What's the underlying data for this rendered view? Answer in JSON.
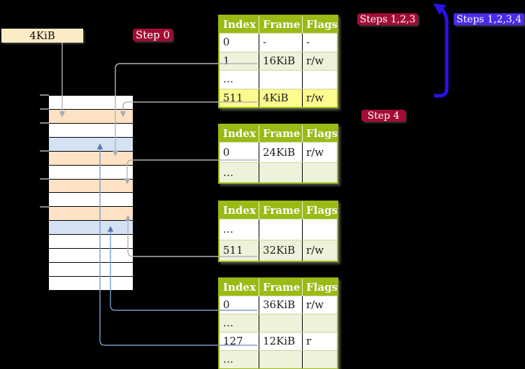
{
  "labels": {
    "page_size_box": "4KiB",
    "step0": "Step 0",
    "steps123": "Steps 1,2,3",
    "steps1234": "Steps 1,2,3,4",
    "step4": "Step 4"
  },
  "colors": {
    "badge_red": "#a30d34",
    "badge_blue": "#4a2bea",
    "arrow_blue": "#2a12e6",
    "connector_gray": "#b3b3b3",
    "connector_gray_head": "#a9abb8",
    "connector_blue": "#7b9cc9",
    "connector_blue_head": "#5878ae",
    "table_header_green": "#9aba16",
    "table_row_alt": "#edf2da",
    "highlight_yellow": "#fdfa8e",
    "label_box_cream": "#fcecc6",
    "frame_free": "#ffffff",
    "frame_page_table": "#fde2c4",
    "frame_mapped_page": "#d5e2f4"
  },
  "page_tables": [
    {
      "name": "page-table-level-4",
      "columns": [
        "Index",
        "Frame",
        "Flags"
      ],
      "rows": [
        [
          "0",
          "-",
          "-"
        ],
        [
          "1",
          "16KiB",
          "r/w"
        ],
        [
          "…",
          "",
          ""
        ],
        [
          "511",
          "4KiB",
          "r/w"
        ]
      ],
      "highlight_row": 3
    },
    {
      "name": "page-table-level-3",
      "columns": [
        "Index",
        "Frame",
        "Flags"
      ],
      "rows": [
        [
          "0",
          "24KiB",
          "r/w"
        ],
        [
          "…",
          "",
          ""
        ]
      ],
      "highlight_row": -1
    },
    {
      "name": "page-table-level-2",
      "columns": [
        "Index",
        "Frame",
        "Flags"
      ],
      "rows": [
        [
          "…",
          "",
          ""
        ],
        [
          "511",
          "32KiB",
          "r/w"
        ]
      ],
      "highlight_row": -1
    },
    {
      "name": "page-table-level-1",
      "columns": [
        "Index",
        "Frame",
        "Flags"
      ],
      "rows": [
        [
          "0",
          "36KiB",
          "r/w"
        ],
        [
          "…",
          "",
          ""
        ],
        [
          "127",
          "12KiB",
          "r"
        ],
        [
          "…",
          "",
          ""
        ]
      ],
      "highlight_row": -1
    }
  ],
  "memory_column": {
    "rows": [
      "free",
      "page_table",
      "free",
      "mapped_page",
      "page_table",
      "free",
      "page_table",
      "free",
      "page_table",
      "mapped_page",
      "free",
      "free",
      "free",
      "free"
    ]
  }
}
